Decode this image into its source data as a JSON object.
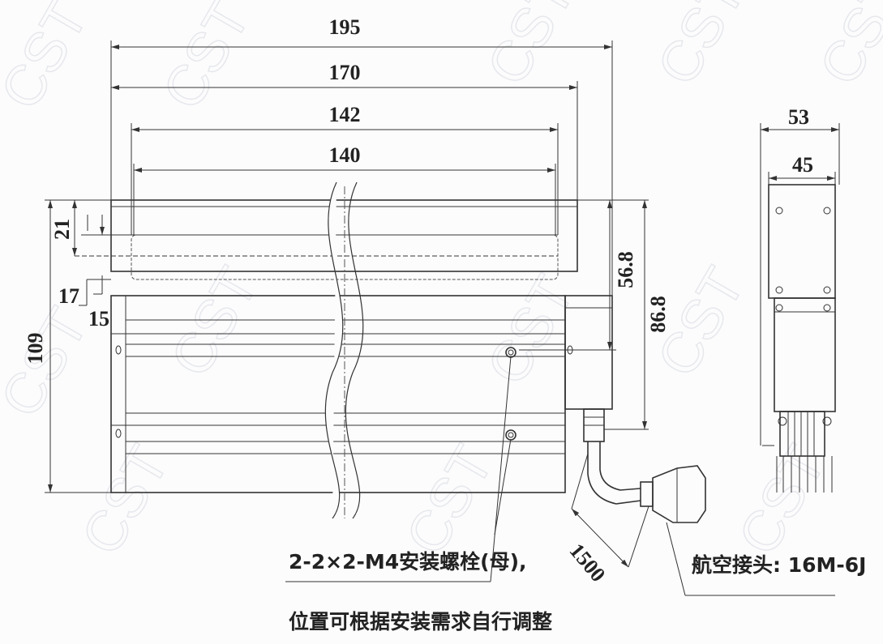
{
  "watermark": "CST",
  "front_view": {
    "dimensions": {
      "overall_length": "195",
      "body_length": "170",
      "window_length": "142",
      "emitting_length": "140",
      "height_total": "109",
      "top_offset": "21",
      "offset_a": "17",
      "offset_b": "15",
      "height_56": "56.8",
      "height_86": "86.8",
      "cable_length": "1500"
    }
  },
  "side_view": {
    "dimensions": {
      "width_total": "53",
      "width_inner": "45"
    }
  },
  "notes": {
    "mount_line1": "2-2×2-M4安装螺栓(母),",
    "mount_line2": "位置可根据安装需求自行调整",
    "connector": "航空接头: 16M-6J"
  }
}
